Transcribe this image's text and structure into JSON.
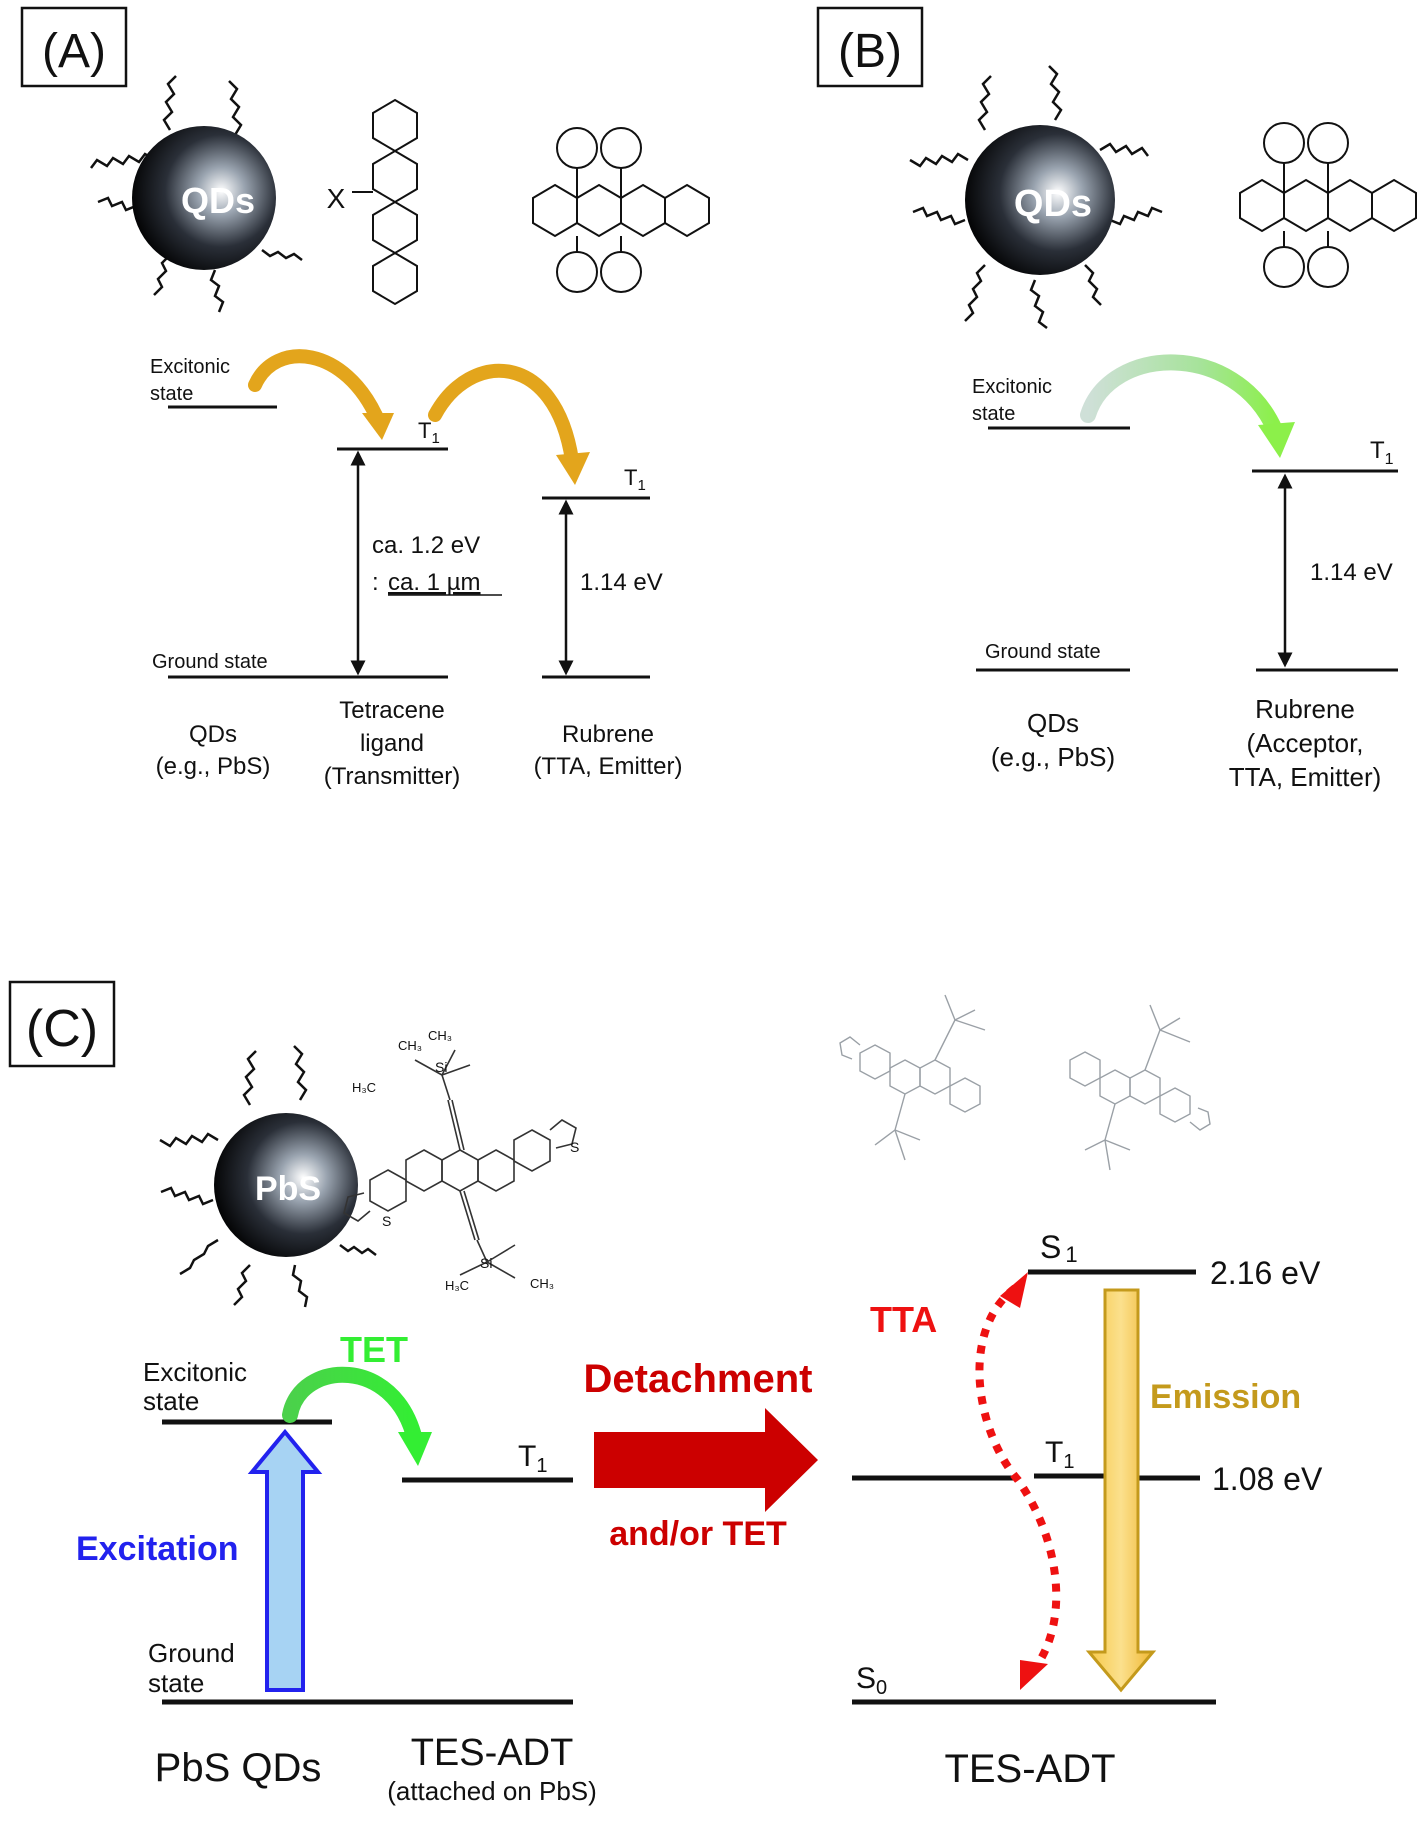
{
  "panelA": {
    "label": "(A)",
    "qd_label": "QDs",
    "x_label": "X",
    "excitonic_line1": "Excitonic",
    "excitonic_line2": "state",
    "t1_tetracene": "T",
    "t1_sub": "1",
    "t1_rubrene": "T",
    "ground_state": "Ground state",
    "gap_tetracene_line1": "ca. 1.2 eV",
    "gap_tetracene_prefix": ":",
    "gap_tetracene_line2": "ca. 1 µm",
    "gap_rubrene": "1.14 eV",
    "qds_name": "QDs",
    "qds_example": "(e.g., PbS)",
    "tetracene_line1": "Tetracene",
    "tetracene_line2": "ligand",
    "tetracene_line3": "(Transmitter)",
    "rubrene_line1": "Rubrene",
    "rubrene_line2": "(TTA, Emitter)"
  },
  "panelB": {
    "label": "(B)",
    "qd_label": "QDs",
    "excitonic_line1": "Excitonic",
    "excitonic_line2": "state",
    "t1": "T",
    "t1_sub": "1",
    "ground_state": "Ground state",
    "gap": "1.14 eV",
    "qds_name": "QDs",
    "qds_example": "(e.g., PbS)",
    "rubrene_line1": "Rubrene",
    "rubrene_line2": "(Acceptor,",
    "rubrene_line3": "TTA, Emitter)"
  },
  "panelC": {
    "label": "(C)",
    "qd_label": "PbS",
    "ch3_top1": "CH₃",
    "ch3_top2": "CH₃",
    "h3c_left": "H₃C",
    "si_top": "Si",
    "s_right": "S",
    "s_left": "S",
    "h3c_bottom": "H₃C",
    "si_bottom": "Si",
    "ch3_bottom": "CH₃",
    "excitonic_line1": "Excitonic",
    "excitonic_line2": "state",
    "tet": "TET",
    "t1_left": "T",
    "t1_sub": "1",
    "excitation": "Excitation",
    "ground_line1": "Ground",
    "ground_line2": "state",
    "detachment": "Detachment",
    "and_or_tet": "and/or TET",
    "tta": "TTA",
    "s1": "S",
    "s1_sub": "1",
    "s1_energy": "2.16 eV",
    "emission": "Emission",
    "t1_right": "T",
    "t1_energy": "1.08 eV",
    "s0": "S",
    "s0_sub": "0",
    "pbs_qds": "PbS QDs",
    "tesadt_line1": "TES-ADT",
    "tesadt_line2": "(attached on PbS)",
    "tesadt_right": "TES-ADT"
  },
  "colors": {
    "tet_green": "#33ee33",
    "excitation_blue": "#2222ee",
    "detachment_red": "#cc0000",
    "tta_red": "#ee1111",
    "emission_gold": "#c49a1c",
    "arrow_orange": "#e3a51c"
  }
}
